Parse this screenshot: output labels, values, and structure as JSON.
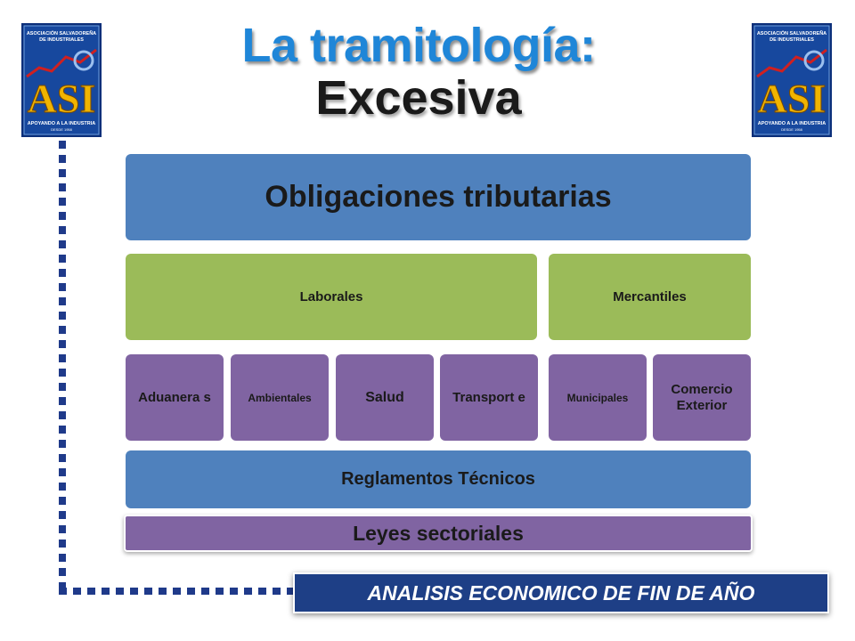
{
  "title": {
    "line1": "La tramitología:",
    "line2": "Excesiva"
  },
  "logo": {
    "top_text": "ASOCIACIÓN SALVADOREÑA DE INDUSTRIALES",
    "acronym": "ASI",
    "bottom_text": "APOYANDO A LA INDUSTRIA",
    "since": "DESDE 1958"
  },
  "diagram": {
    "top": "Obligaciones tributarias",
    "row2": [
      "Laborales",
      "Mercantiles"
    ],
    "row3": [
      "Aduanera s",
      "Ambientales",
      "Salud",
      "Transport e",
      "Municipales",
      "Comercio Exterior"
    ],
    "row4": "Reglamentos Técnicos",
    "row5": "Leyes sectoriales"
  },
  "banner": "ANALISIS ECONOMICO DE FIN DE AÑO",
  "colors": {
    "blue": "#4f81bd",
    "green": "#9bbb59",
    "purple": "#8064a2",
    "title_blue": "#1f86d8",
    "banner": "#1e3f86"
  }
}
